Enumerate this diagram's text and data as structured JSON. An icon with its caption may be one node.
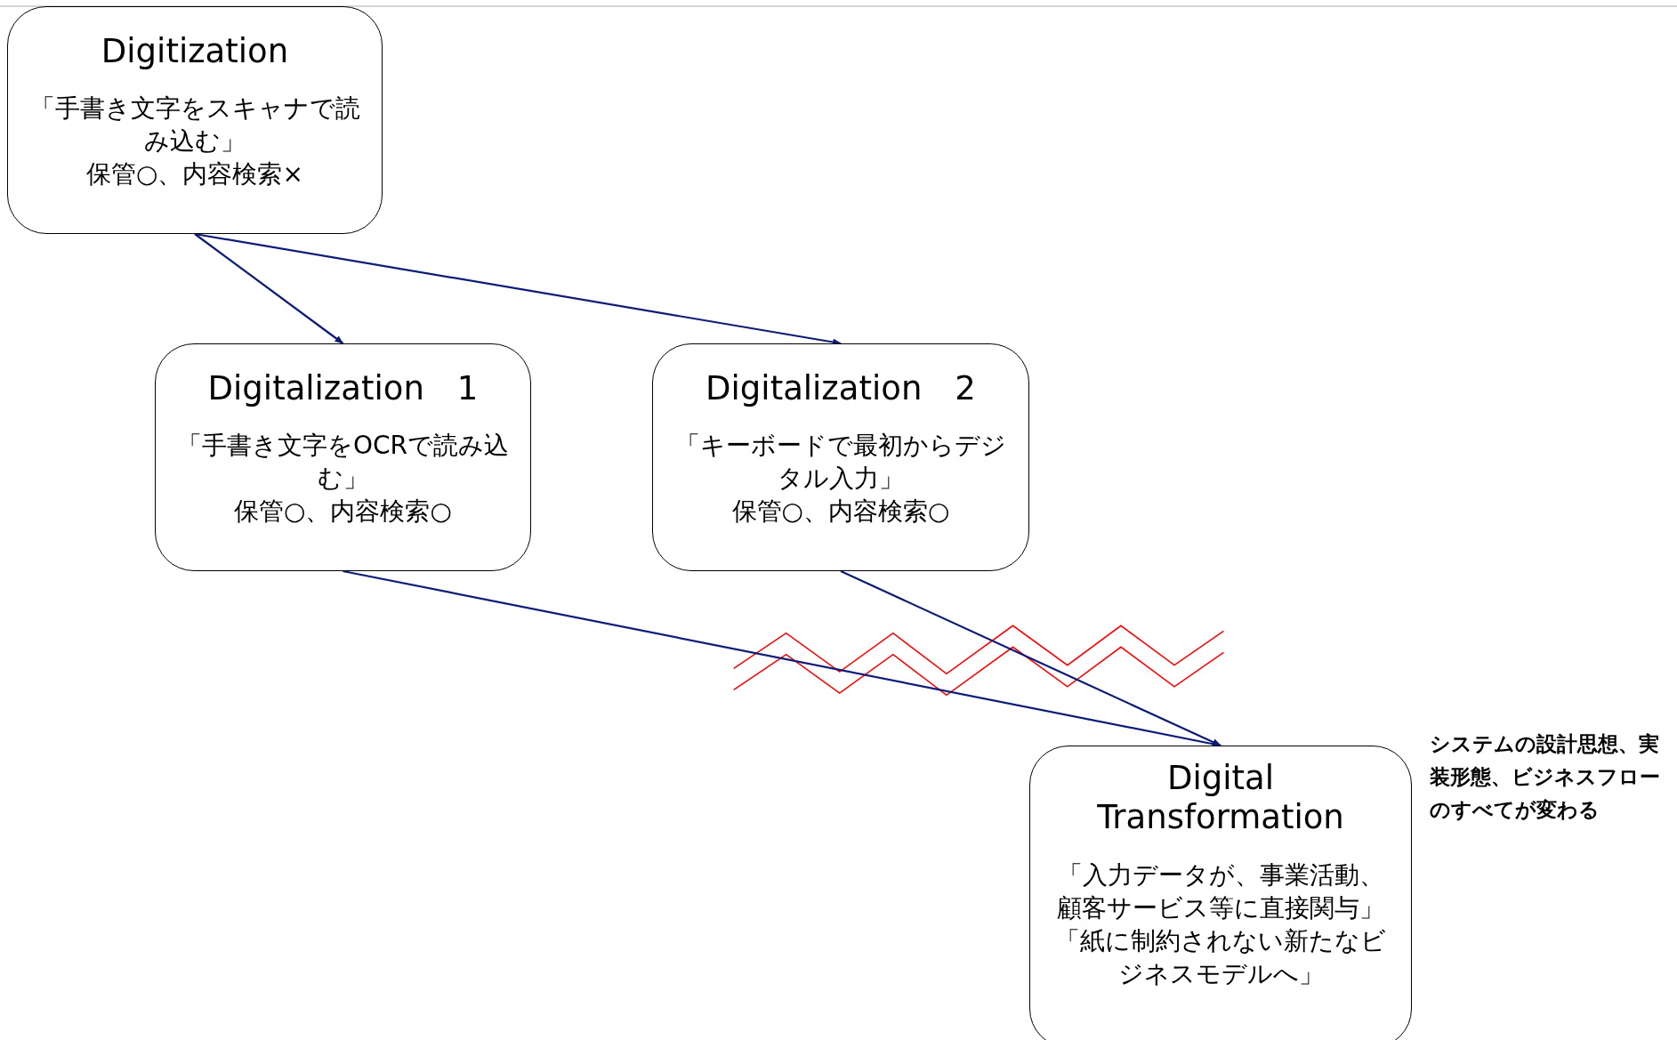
{
  "diagram": {
    "nodes": [
      {
        "text": [
          "Digitization",
          "「手書き文字をスキャナで読み込む」",
          "保管○、内容検索×"
        ]
      },
      {
        "text": [
          "Digitalization　1",
          "「手書き文字をOCRで読み込む」",
          "保管○、内容検索○"
        ]
      },
      {
        "text": [
          "Digitalization　2",
          "「キーボードで最初からデジタル入力」",
          "保管○、内容検索○"
        ]
      },
      {
        "text": [
          "Digital Transformation",
          "「入力データが、事業活動、顧客サービス等に直接関与」",
          "「紙に制約されない新たなビジネスモデルへ」"
        ],
        "beside": [
          "システムの設計思想、実装形態、ビジネスフローのすべてが変わる"
        ]
      }
    ],
    "edges": [
      {
        "from": 0,
        "to": 1,
        "arrow": "to"
      },
      {
        "from": 0,
        "to": 2,
        "arrow": "to"
      },
      {
        "from": 1,
        "to": 3,
        "arrow": "to"
      },
      {
        "from": 2,
        "to": 3,
        "arrow": "to"
      }
    ]
  }
}
